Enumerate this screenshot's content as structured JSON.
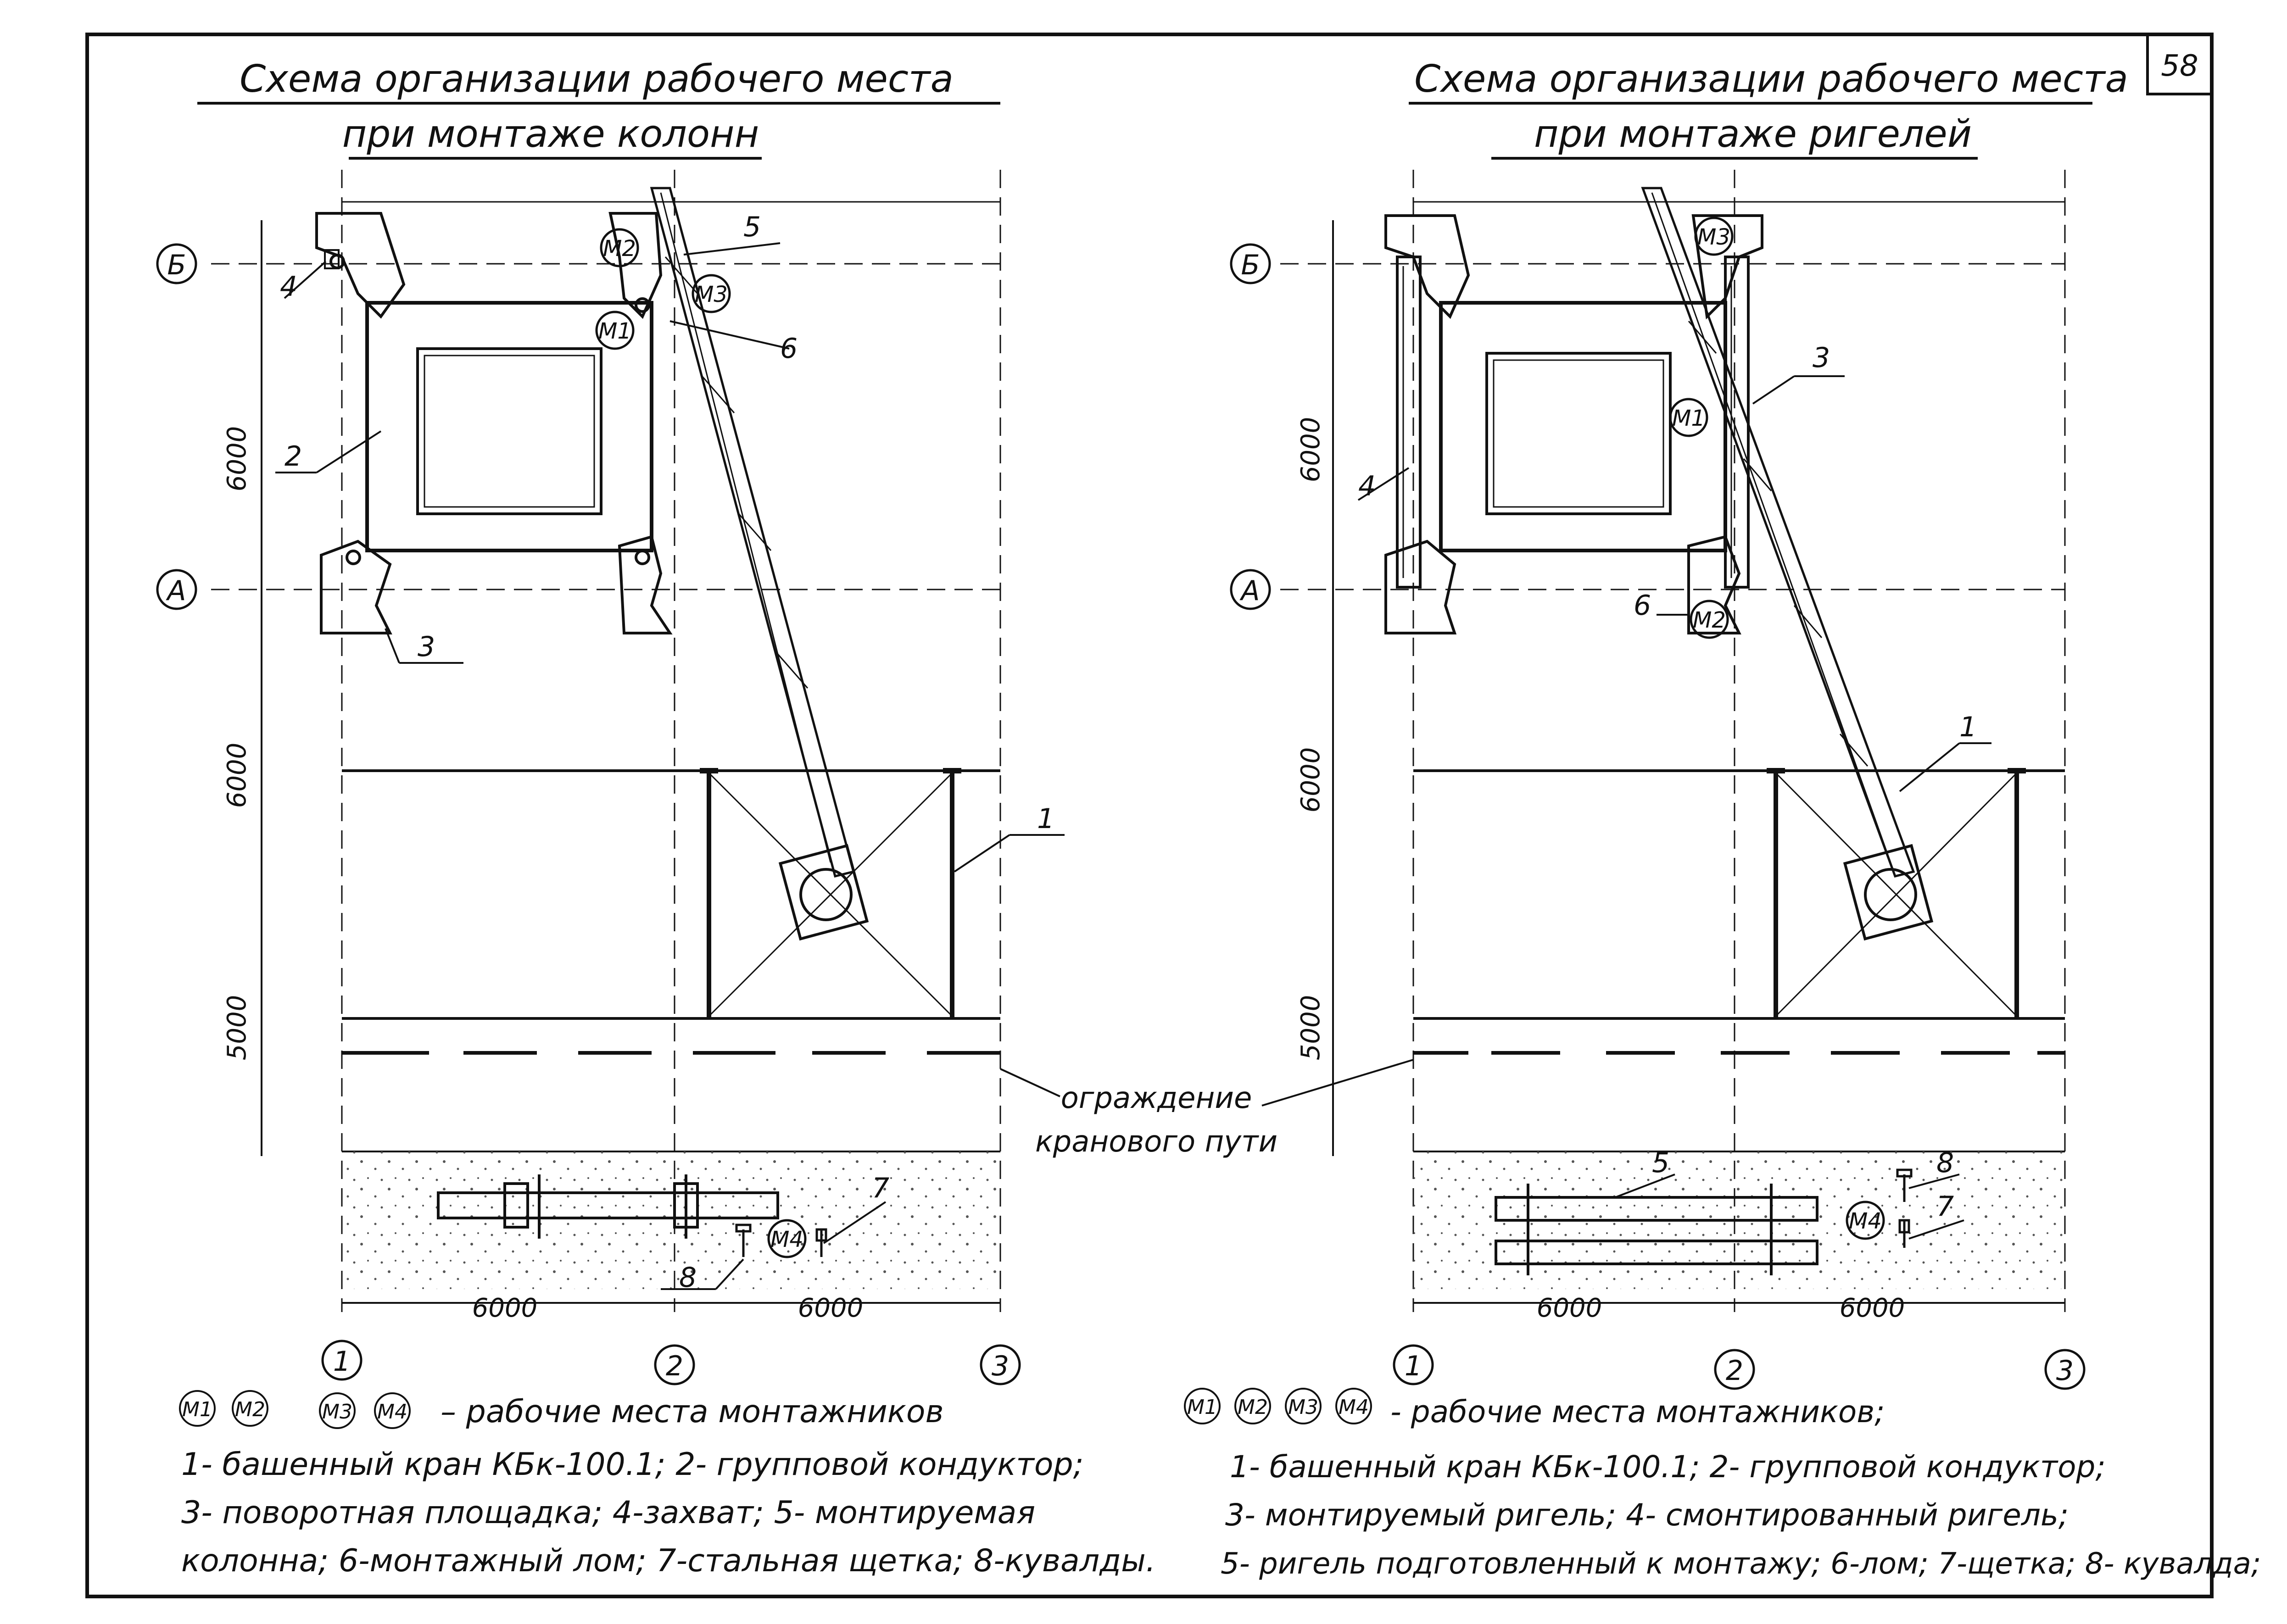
{
  "page": {
    "number": "58"
  },
  "left": {
    "title_line1": "Схема организации рабочего места",
    "title_line2": "при монтаже колонн",
    "axes": {
      "row_b": "Б",
      "row_a": "А",
      "col_1": "1",
      "col_2": "2",
      "col_3": "3"
    },
    "dims": {
      "v_top": "6000",
      "v_mid": "6000",
      "v_bot": "5000",
      "h_left": "6000",
      "h_right": "6000"
    },
    "callouts": [
      "1",
      "2",
      "3",
      "4",
      "5",
      "6",
      "7",
      "8"
    ],
    "workers": [
      "M1",
      "M2",
      "M3",
      "M4"
    ],
    "legend": {
      "workers_text": "– рабочие места монтажников",
      "line1": "1- башенный кран КБк-100.1; 2- групповой кондуктор;",
      "line2": "3- поворотная площадка; 4-захват; 5- монтируемая",
      "line3": "колонна; 6-монтажный лом; 7-стальная щетка; 8-кувалды."
    }
  },
  "right": {
    "title_line1": "Схема организации рабочего места",
    "title_line2": "при монтаже ригелей",
    "axes": {
      "row_b": "Б",
      "row_a": "А",
      "col_1": "1",
      "col_2": "2",
      "col_3": "3"
    },
    "dims": {
      "v_top": "6000",
      "v_mid": "6000",
      "v_bot": "5000",
      "h_left": "6000",
      "h_right": "6000"
    },
    "callouts": [
      "1",
      "3",
      "4",
      "5",
      "6",
      "7",
      "8"
    ],
    "workers": [
      "M1",
      "M2",
      "M3",
      "M4"
    ],
    "legend": {
      "workers_text": "- рабочие места монтажников;",
      "line1": "1- башенный кран КБк-100.1; 2- групповой кондуктор;",
      "line2": "3- монтируемый ригель; 4- смонтированный ригель;",
      "line3": "5- ригель подготовленный к монтажу; 6-лом; 7-щетка; 8- кувалда;"
    }
  },
  "shared": {
    "fence_line1": "ограждение",
    "fence_line2": "кранового пути"
  }
}
